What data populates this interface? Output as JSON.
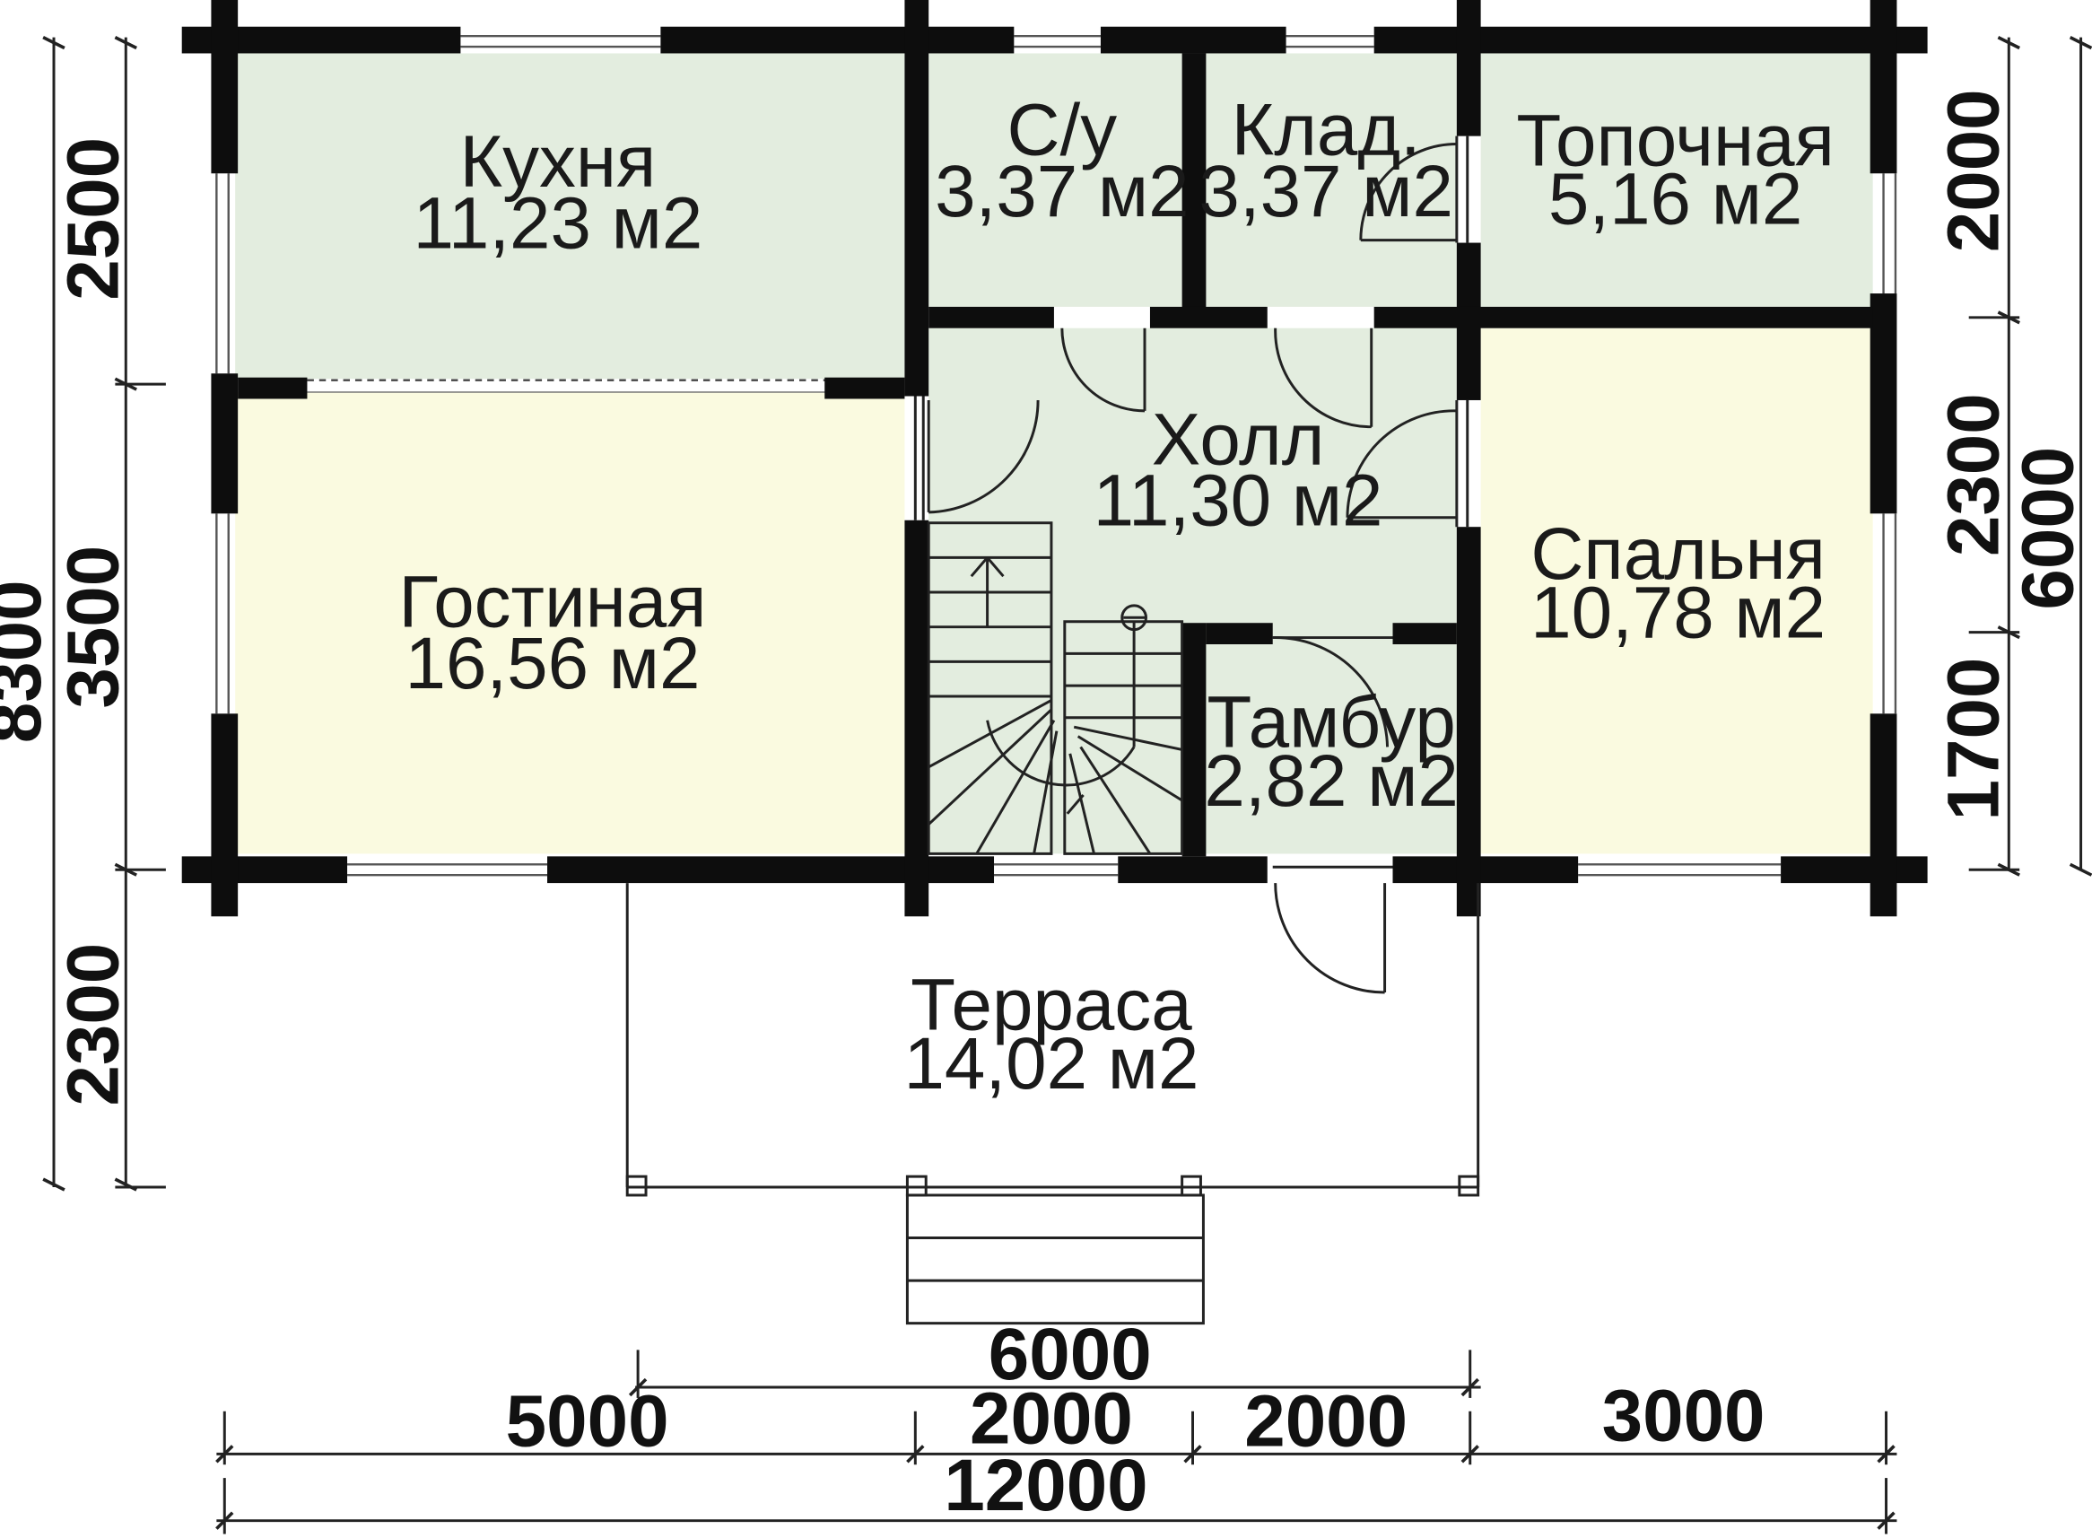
{
  "rooms": [
    {
      "id": "kitchen",
      "name": "Кухня",
      "area": "11,23 м2",
      "fill": "#e3eddf"
    },
    {
      "id": "bathroom",
      "name": "С/у",
      "area": "3,37 м2",
      "fill": "#e3eddf"
    },
    {
      "id": "storage",
      "name": "Клад.",
      "area": "3,37 м2",
      "fill": "#e3eddf"
    },
    {
      "id": "boiler",
      "name": "Топочная",
      "area": "5,16 м2",
      "fill": "#e3eddf"
    },
    {
      "id": "hall",
      "name": "Холл",
      "area": "11,30 м2",
      "fill": "#e3eddf"
    },
    {
      "id": "living",
      "name": "Гостиная",
      "area": "16,56 м2",
      "fill": "#fafae0"
    },
    {
      "id": "bedroom",
      "name": "Спальня",
      "area": "10,78 м2",
      "fill": "#fafae0"
    },
    {
      "id": "vestibule",
      "name": "Тамбур",
      "area": "2,82 м2",
      "fill": "#e3eddf"
    },
    {
      "id": "terrace",
      "name": "Терраса",
      "area": "14,02 м2",
      "fill": "#ffffff"
    }
  ],
  "dimensions": {
    "left_outer": "8300",
    "left_inner": [
      "2500",
      "3500",
      "2300"
    ],
    "right_outer": "6000",
    "right_inner": [
      "2000",
      "2300",
      "1700"
    ],
    "bottom_top": "6000",
    "bottom_middle": [
      "5000",
      "2000",
      "2000",
      "3000"
    ],
    "bottom_total": "12000"
  }
}
